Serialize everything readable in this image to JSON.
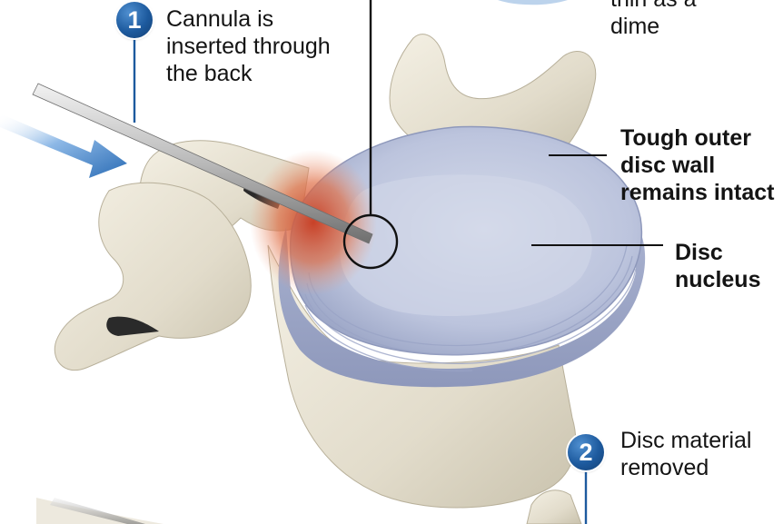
{
  "steps": [
    {
      "number": "1",
      "text": "Cannula is\ninserted through\nthe back"
    },
    {
      "number": "2",
      "text": "Disc material\nremoved"
    }
  ],
  "top_partial_text": "thin as a\ndime",
  "labels": {
    "outer_wall": "Tough outer\ndisc wall\nremains intact",
    "nucleus": "Disc\nnucleus"
  },
  "colors": {
    "badge_blue": "#1d5a9e",
    "bone": "#e8e2d2",
    "disc": "#b9c2dc",
    "inflammation": "#d8522c",
    "arrow_blue": "#2a6cb5"
  }
}
